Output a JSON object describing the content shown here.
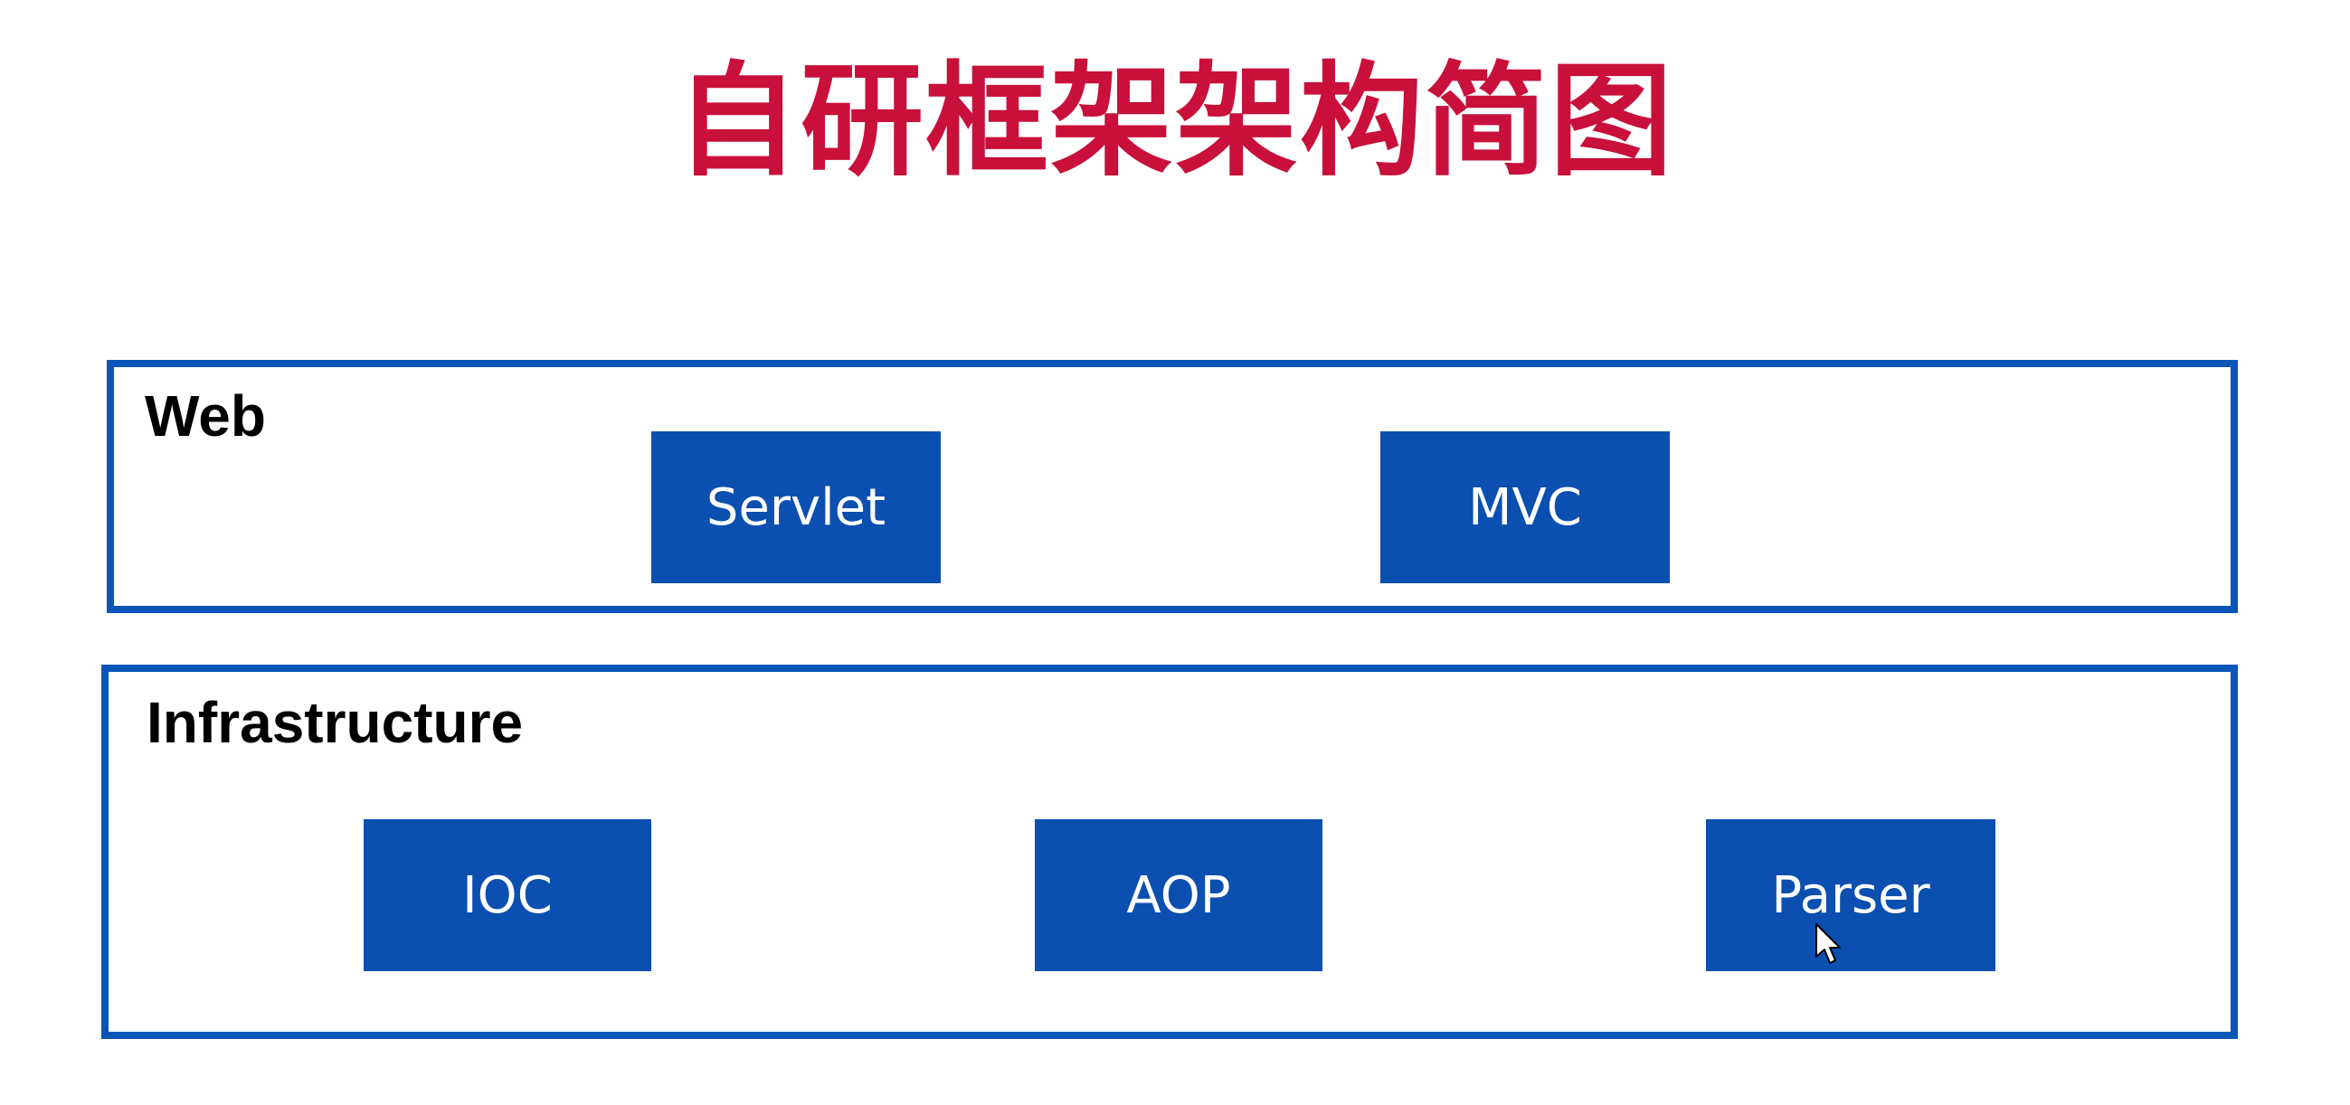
{
  "title": "自研框架架构简图",
  "colors": {
    "title": "#c8103a",
    "layer_border": "#0a55b8",
    "module_fill": "#0b4fb0",
    "module_text": "#ffffff"
  },
  "layers": [
    {
      "label": "Web",
      "modules": [
        "Servlet",
        "MVC"
      ]
    },
    {
      "label": "Infrastructure",
      "modules": [
        "IOC",
        "AOP",
        "Parser"
      ]
    }
  ]
}
